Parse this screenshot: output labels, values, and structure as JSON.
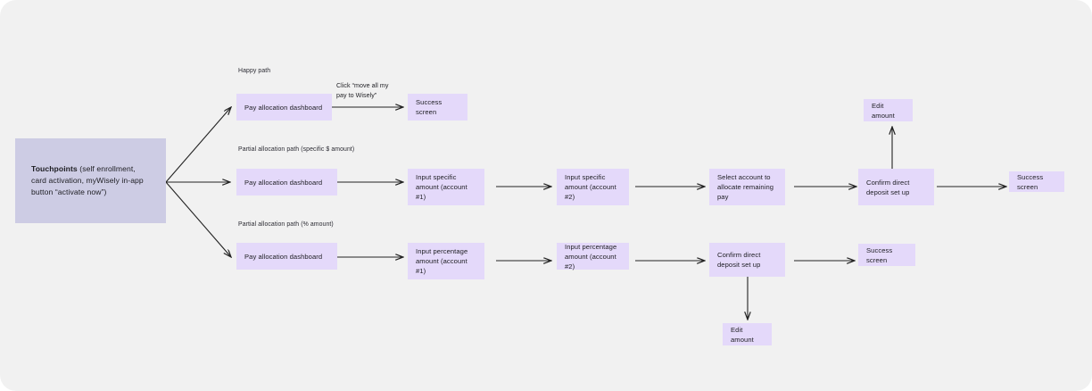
{
  "canvas": {
    "background": "#f1f1f1",
    "page_background": "#ffffff",
    "node_color": "#e4d9fa",
    "start_node_color": "#cdccE4",
    "arrow_color": "#222222",
    "text_color": "#1d1d22"
  },
  "start_node": {
    "label_bold": "Touchpoints",
    "label_rest": " (self enrollment, card activation, myWisely in-app button “activate now”)"
  },
  "lanes": [
    {
      "id": "happy",
      "label": "Happy path"
    },
    {
      "id": "partial_dollar",
      "label": "Partial allocation path (specific $ amount)"
    },
    {
      "id": "partial_percent",
      "label": "Partial allocation path (% amount)"
    }
  ],
  "edge_labels": [
    {
      "id": "click-move-all",
      "text": "Click “move all my\npay to Wisely”"
    }
  ],
  "nodes": {
    "happy": [
      {
        "id": "happy-dashboard",
        "label": "Pay allocation dashboard"
      },
      {
        "id": "happy-success",
        "label": "Success screen"
      }
    ],
    "partial_dollar": [
      {
        "id": "dollar-dashboard",
        "label": "Pay allocation dashboard"
      },
      {
        "id": "dollar-input-1",
        "label": "Input specific amount (account #1)"
      },
      {
        "id": "dollar-input-2",
        "label": "Input specific amount (account #2)"
      },
      {
        "id": "dollar-select-account",
        "label": "Select account to allocate remaining pay"
      },
      {
        "id": "dollar-confirm",
        "label": "Confirm direct deposit set up"
      },
      {
        "id": "dollar-success",
        "label": "Success screen"
      },
      {
        "id": "dollar-edit-amount",
        "label": "Edit amount"
      }
    ],
    "partial_percent": [
      {
        "id": "percent-dashboard",
        "label": "Pay allocation dashboard"
      },
      {
        "id": "percent-input-1",
        "label": "Input percentage amount  (account #1)"
      },
      {
        "id": "percent-input-2",
        "label": "Input percentage amount (account #2)"
      },
      {
        "id": "percent-confirm",
        "label": "Confirm direct deposit set up"
      },
      {
        "id": "percent-success",
        "label": "Success screen"
      },
      {
        "id": "percent-edit-amount",
        "label": "Edit amount"
      }
    ]
  }
}
